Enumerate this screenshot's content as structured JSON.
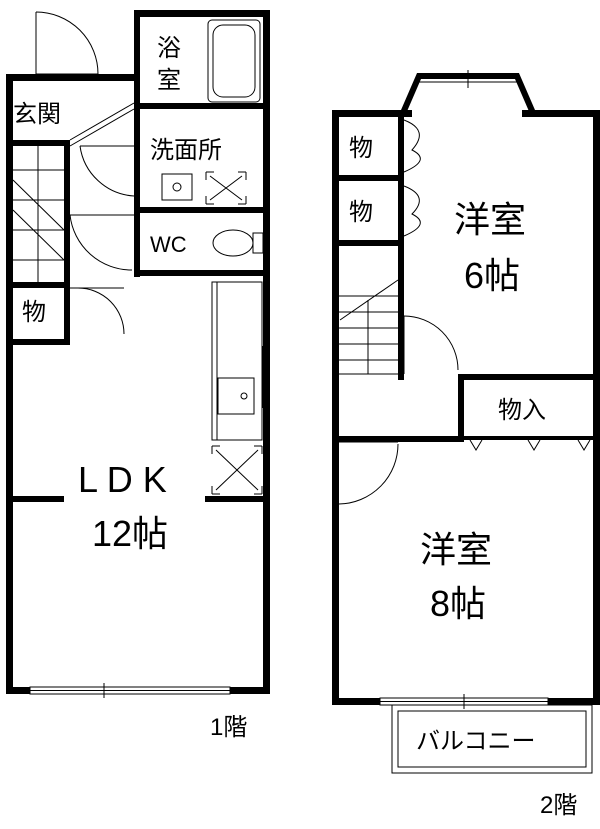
{
  "floor1": {
    "caption": "1階",
    "rooms": {
      "entrance": "玄関",
      "bath_line1": "浴",
      "bath_line2": "室",
      "washroom": "洗面所",
      "wc": "WC",
      "storage": "物",
      "ldk_name": "L D K",
      "ldk_size": "12帖"
    }
  },
  "floor2": {
    "caption": "2階",
    "rooms": {
      "storage_a": "物",
      "storage_b": "物",
      "room6_name": "洋室",
      "room6_size": "6帖",
      "closet": "物入",
      "room8_name": "洋室",
      "room8_size": "8帖",
      "balcony": "バルコニー"
    }
  }
}
